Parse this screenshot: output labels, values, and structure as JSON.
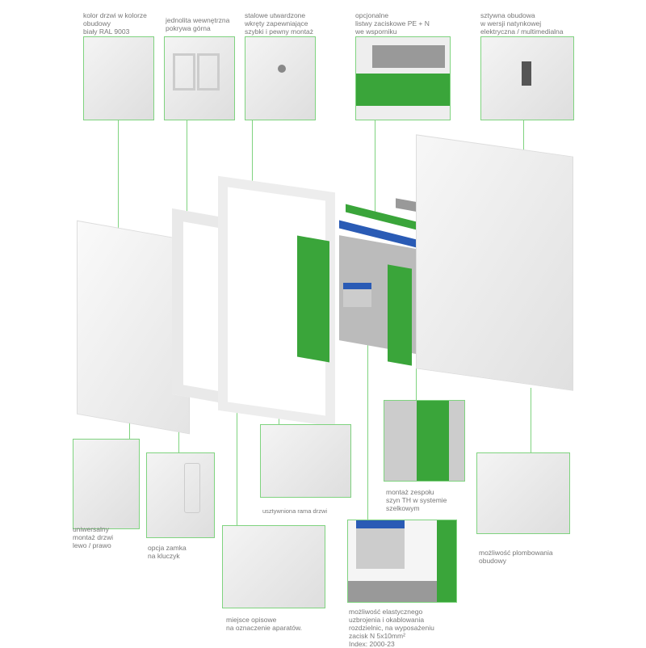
{
  "callouts": {
    "door_color": "kolor drzwi w kolorze\nobudowy\nbiały RAL 9003",
    "inner_cover": "jednolita wewnętrzna\npokrywa górna",
    "steel_screws": "stalowe utwardzone\nwkręty zapewniające\nszybki i pewny montaż",
    "terminal_strips": "opcjonalne\nlistwy zaciskowe PE + N\nwe wsporniku",
    "rigid_housing": "sztywna obudowa\nw wersji natynkowej\nelektryczna / multimedialna",
    "door_mount": "uniwersalny\nmontaż drzwi\nlewo / prawo",
    "key_lock": "opcja zamka\nna kluczyk",
    "door_frame": "usztywniona rama drzwi",
    "label_area": "miejsce opisowe\nna oznaczenie aparatów.",
    "rail_mount": "montaż zespołu\nszyn TH w systemie\nszelkowym",
    "flexible_wiring": "możliwość elastycznego\nuzbrojenia i okablowania\nrozdzielnic, na wyposażeniu\nzacisk N 5x10mm²\nIndex: 2000-23",
    "sealing": "możliwość plombowania\nobudowy"
  },
  "colors": {
    "accent": "#7fd37f",
    "green_part": "#3aa53a",
    "blue_terminal": "#2a5bb5"
  }
}
